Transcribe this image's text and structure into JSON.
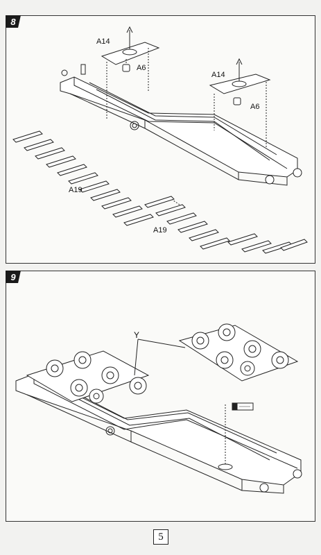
{
  "steps": [
    {
      "number": "8",
      "labels": {
        "a14_left": "A14",
        "a6_left": "A6",
        "a14_right": "A14",
        "a6_right": "A6",
        "a19_top": "A19",
        "a19_bottom": "A19"
      }
    },
    {
      "number": "9",
      "labels": {
        "y": "Y"
      }
    }
  ],
  "page_number": "5",
  "colors": {
    "line": "#222222",
    "panel_border": "#333333",
    "badge": "#1a1a1a"
  }
}
